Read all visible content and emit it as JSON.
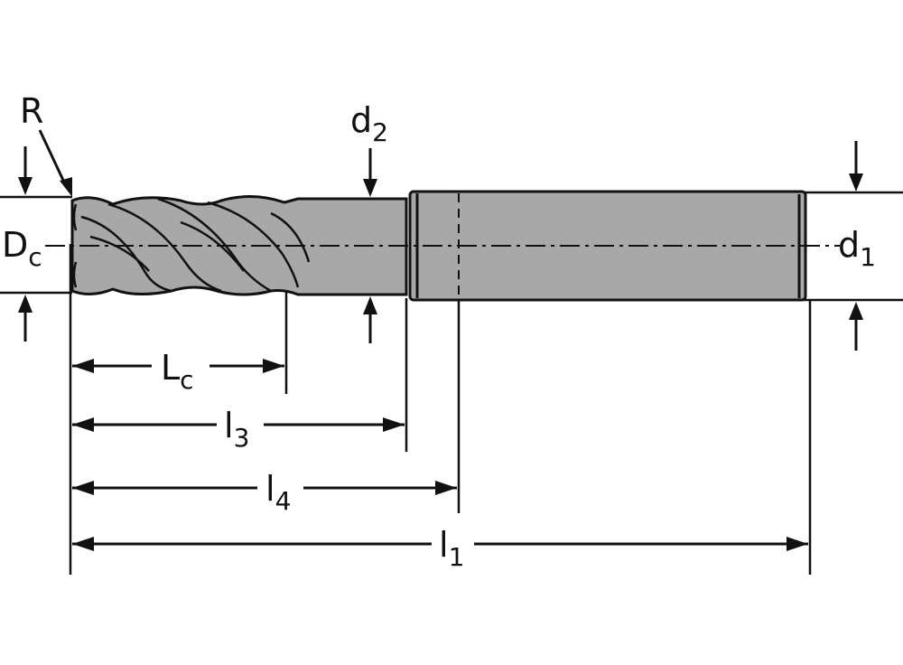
{
  "colors": {
    "line": "#111111",
    "tool_body": "#a8a8a8",
    "background": "#ffffff"
  },
  "labels": {
    "R": "R",
    "Dc_main": "D",
    "Dc_sub": "c",
    "d2_main": "d",
    "d2_sub": "2",
    "d1_main": "d",
    "d1_sub": "1",
    "Lc_main": "L",
    "Lc_sub": "c",
    "l3_main": "l",
    "l3_sub": "3",
    "l4_main": "l",
    "l4_sub": "4",
    "l1_main": "l",
    "l1_sub": "1"
  }
}
